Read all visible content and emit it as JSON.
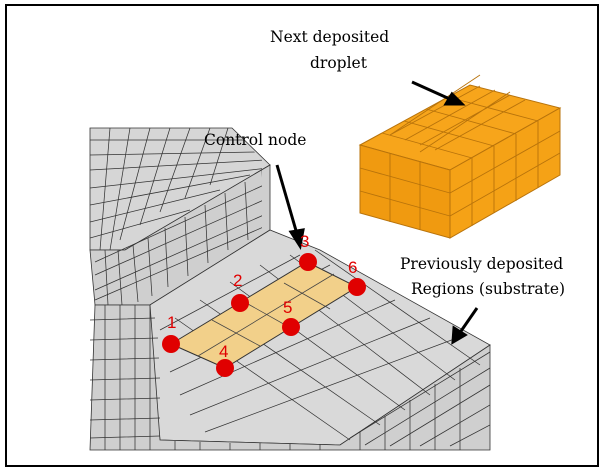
{
  "callouts": {
    "droplet_line1": "Next deposited",
    "droplet_line2": "droplet",
    "control_node": "Control node",
    "substrate_line1": "Previously deposited",
    "substrate_line2": "Regions (substrate)"
  },
  "nodes": [
    {
      "id": "node-1",
      "label": "1"
    },
    {
      "id": "node-2",
      "label": "2"
    },
    {
      "id": "node-3",
      "label": "3"
    },
    {
      "id": "node-4",
      "label": "4"
    },
    {
      "id": "node-5",
      "label": "5"
    },
    {
      "id": "node-6",
      "label": "6"
    }
  ],
  "colors": {
    "droplet_fill": "#F7A51B",
    "droplet_edge": "#B8730B",
    "control_patch": "#F2D08A",
    "node_red": "#E00000",
    "mesh_gray": "#D8D8D8"
  }
}
